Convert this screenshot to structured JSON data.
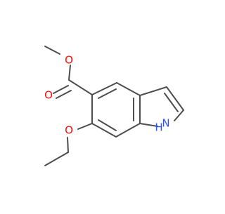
{
  "molecule": {
    "atoms": {
      "methyl_ester_o": "O",
      "carbonyl_o": "O",
      "ether_o": "O",
      "indole_n": "N",
      "indole_nh_h": "H"
    },
    "colors": {
      "bond": "#4d4d4d",
      "oxygen": "#ff0d0d",
      "nitrogen": "#3050f8"
    }
  }
}
